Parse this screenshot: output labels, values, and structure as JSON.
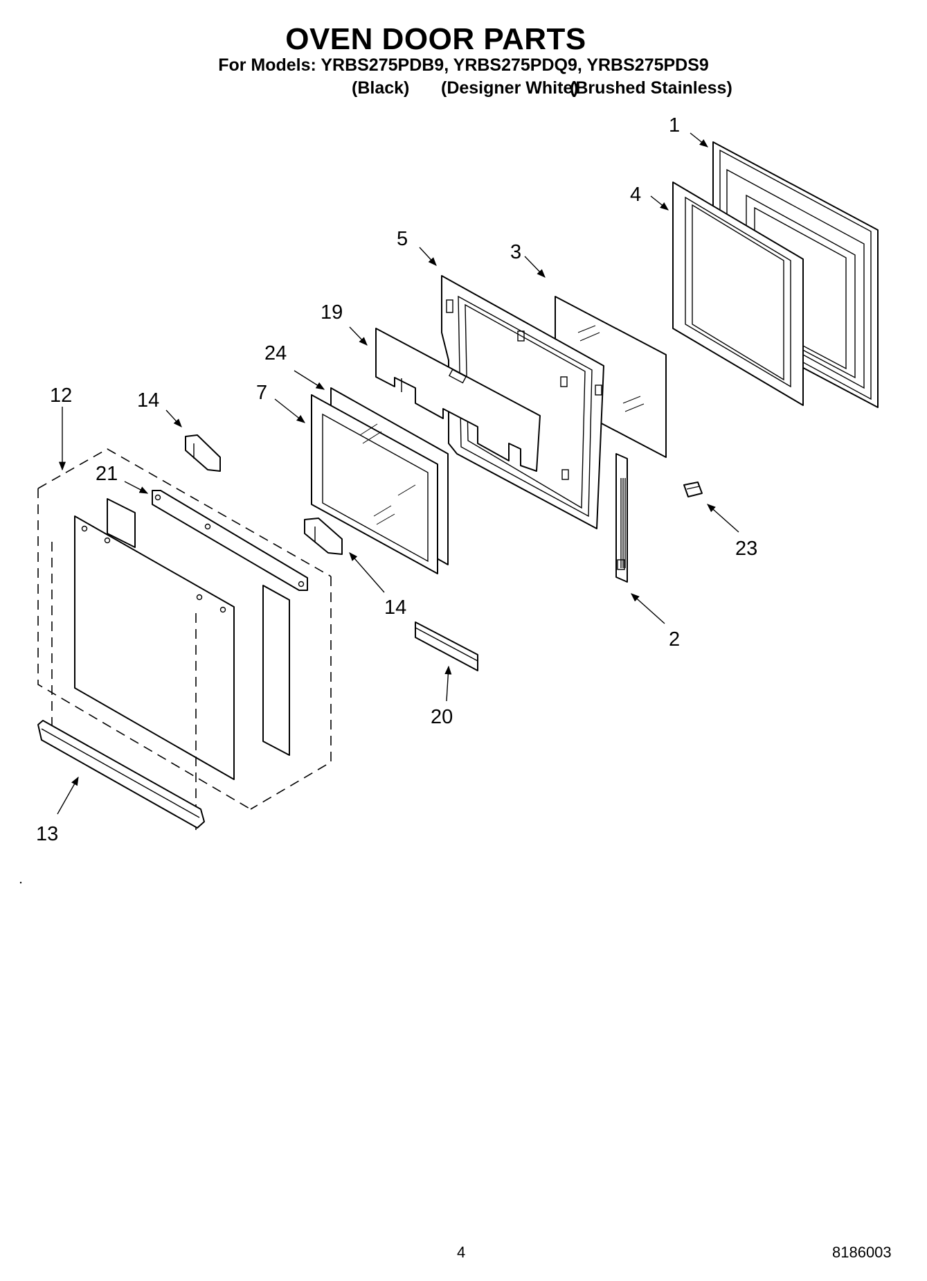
{
  "header": {
    "title": "OVEN DOOR PARTS",
    "models_line": "For Models: YRBS275PDB9, YRBS275PDQ9, YRBS275PDS9",
    "variants": [
      "(Black)",
      "(Designer White)",
      "(Brushed Stainless)"
    ]
  },
  "callouts": {
    "c1": "1",
    "c2": "2",
    "c3": "3",
    "c4": "4",
    "c5": "5",
    "c7": "7",
    "c12": "12",
    "c13": "13",
    "c14a": "14",
    "c14b": "14",
    "c19": "19",
    "c20": "20",
    "c21": "21",
    "c23": "23",
    "c24": "24"
  },
  "footer": {
    "page_number": "4",
    "doc_number": "8186003"
  }
}
